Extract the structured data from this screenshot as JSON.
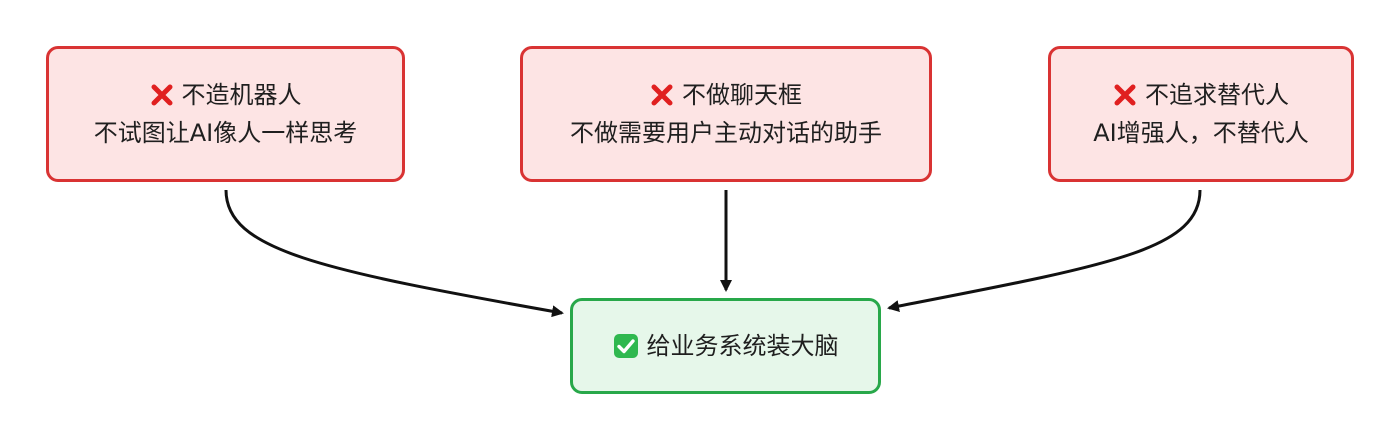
{
  "diagram": {
    "nodes": [
      {
        "id": "no-robot",
        "icon": "cross-mark-icon",
        "title": "不造机器人",
        "subtitle": "不试图让AI像人一样思考",
        "status": "rejected"
      },
      {
        "id": "no-chatbox",
        "icon": "cross-mark-icon",
        "title": "不做聊天框",
        "subtitle": "不做需要用户主动对话的助手",
        "status": "rejected"
      },
      {
        "id": "no-replace",
        "icon": "cross-mark-icon",
        "title": "不追求替代人",
        "subtitle": "AI增强人，不替代人",
        "status": "rejected"
      },
      {
        "id": "goal",
        "icon": "check-mark-button-icon",
        "title": "给业务系统装大脑",
        "status": "accepted"
      }
    ],
    "edges": [
      {
        "from": "no-robot",
        "to": "goal"
      },
      {
        "from": "no-chatbox",
        "to": "goal"
      },
      {
        "from": "no-replace",
        "to": "goal"
      }
    ],
    "colors": {
      "reject_fill": "#fde4e4",
      "reject_border": "#d93333",
      "accept_fill": "#e6f7ea",
      "accept_border": "#28a84a",
      "check_fill": "#2fb84f",
      "edge": "#111111"
    }
  }
}
